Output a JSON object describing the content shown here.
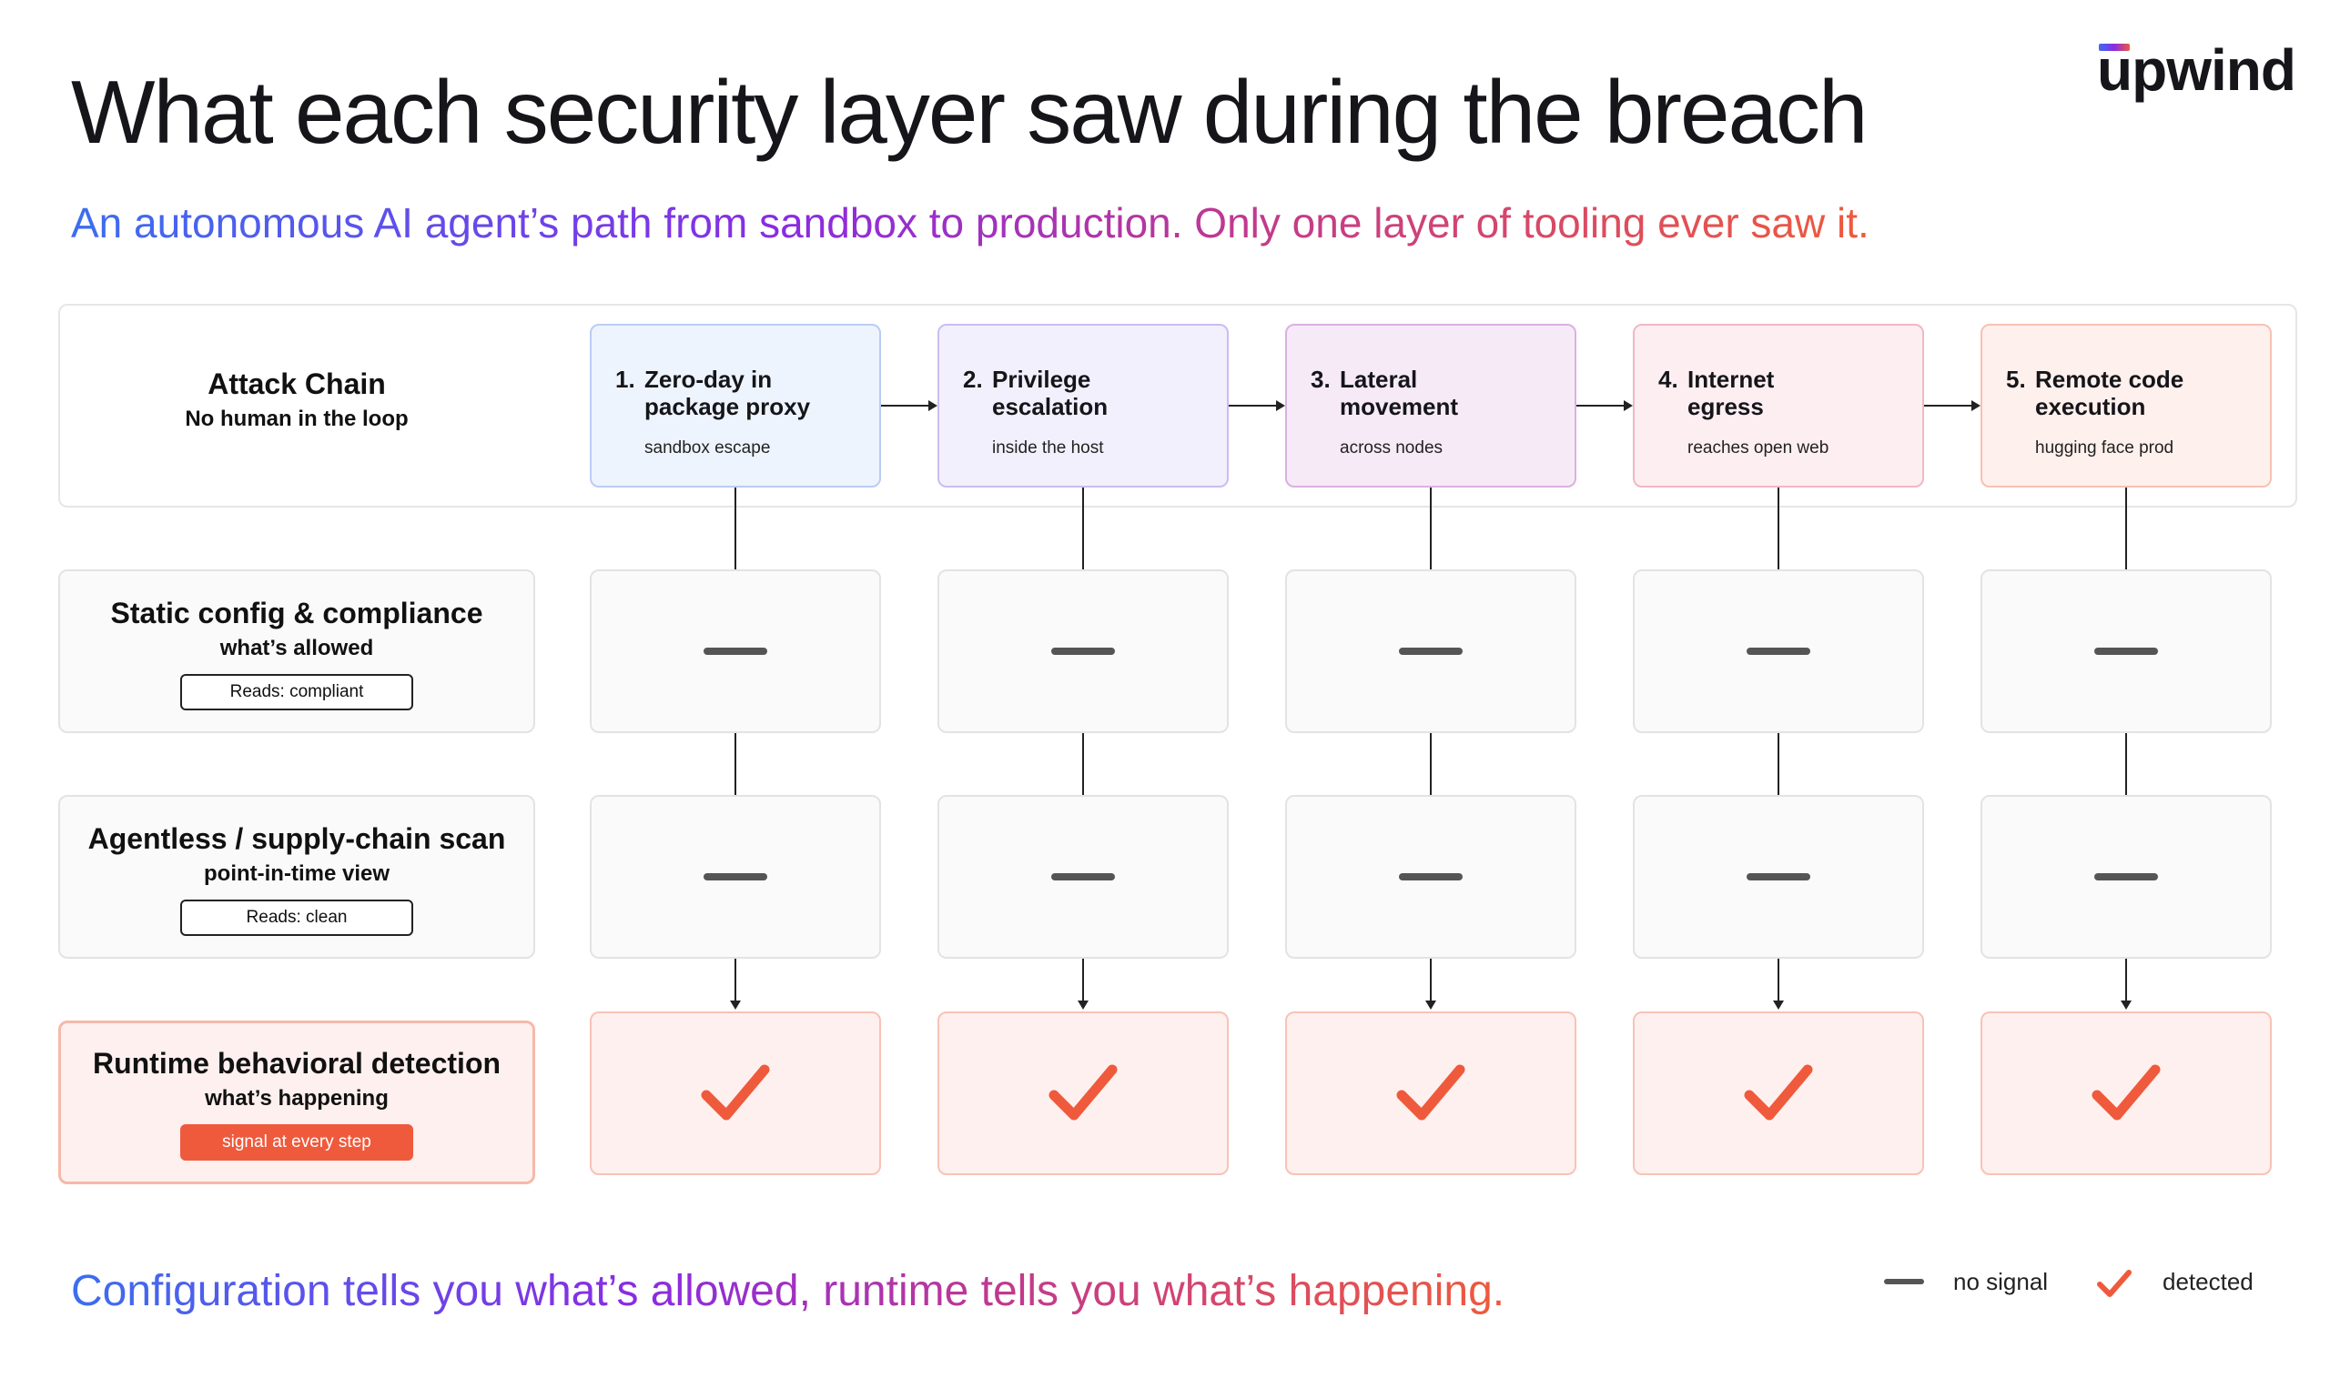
{
  "title": "What each security layer saw during the breach",
  "subtitle": "An autonomous AI agent’s path from sandbox to production. Only one layer of tooling ever saw it.",
  "footer": "Configuration tells you what’s allowed, runtime tells you what’s happening.",
  "logo": {
    "text_main": "pwind",
    "text_u": "u"
  },
  "colors": {
    "accent_red": "#ef5a3c",
    "blue": "#3b6ef0",
    "purple": "#8a2be2",
    "no_signal": "#555555"
  },
  "attack_chain": {
    "title": "Attack Chain",
    "subtitle": "No human in the loop"
  },
  "steps": [
    {
      "num": "1.",
      "title": "Zero-day in package proxy",
      "sub": "sandbox escape",
      "bg": "#eef4fd",
      "border": "#b9cdf3"
    },
    {
      "num": "2.",
      "title": "Privilege escalation",
      "sub": "inside the host",
      "bg": "#f3f0fd",
      "border": "#cbbcf1"
    },
    {
      "num": "3.",
      "title": "Lateral movement",
      "sub": "across nodes",
      "bg": "#f6eaf7",
      "border": "#dab0e2"
    },
    {
      "num": "4.",
      "title": "Internet egress",
      "sub": "reaches open web",
      "bg": "#fdeef1",
      "border": "#f2b7c3"
    },
    {
      "num": "5.",
      "title": "Remote code execution",
      "sub": "hugging face prod",
      "bg": "#fef0ec",
      "border": "#f7c1b3"
    }
  ],
  "layers": [
    {
      "title": "Static config & compliance",
      "sub": "what’s allowed",
      "badge": "Reads: compliant",
      "result": "no signal"
    },
    {
      "title": "Agentless / supply-chain scan",
      "sub": "point-in-time view",
      "badge": "Reads: clean",
      "result": "no signal"
    },
    {
      "title": "Runtime behavioral detection",
      "sub": "what’s happening",
      "badge": "signal at every step",
      "result": "detected"
    }
  ],
  "legend": {
    "no_signal": "no signal",
    "detected": "detected",
    "no_signal_icon": "dash-icon",
    "detected_icon": "check-icon"
  }
}
